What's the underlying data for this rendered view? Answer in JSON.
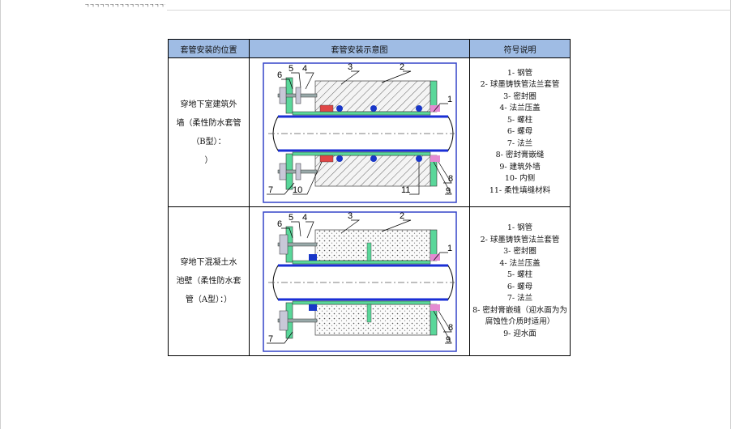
{
  "header": {
    "garbled_text": "ㄱㄱㄱㄱㄱㄱㄱㄱㄱㄱㄱㄱㄱㄱㄱㄱㄱ"
  },
  "table": {
    "columns": [
      "套管安装的位置",
      "套管安装示意图",
      "符号说明"
    ],
    "rows": [
      {
        "position_lines": [
          "穿地下室建筑外",
          "墙（柔性防水套管",
          "（B型）：",
          "）"
        ],
        "callouts": [
          "1",
          "2",
          "3",
          "4",
          "5",
          "6",
          "7",
          "8",
          "9",
          "10",
          "11"
        ],
        "legend": [
          "1- 钢管",
          "2- 球墨铸铁管法兰套管",
          "3- 密封圈",
          "4- 法兰压盖",
          "5- 螺柱",
          "6- 螺母",
          "7- 法兰",
          "8- 密封膏嵌缝",
          "9- 建筑外墙",
          "10- 内侧",
          "11- 柔性填缝材料"
        ]
      },
      {
        "position_lines": [
          "穿地下混凝土水",
          "池壁（柔性防水套",
          "管（A型）：）"
        ],
        "callouts": [
          "1",
          "2",
          "3",
          "4",
          "5",
          "6",
          "7",
          "8",
          "9"
        ],
        "legend": [
          "1- 钢管",
          "2- 球墨铸铁管法兰套管",
          "3- 密封圈",
          "4- 法兰压盖",
          "5- 螺柱",
          "6- 螺母",
          "7- 法兰",
          "8- 密封膏嵌缝（迎水面为为腐蚀性介质时适用）",
          "9- 迎水面"
        ]
      }
    ]
  },
  "colors": {
    "header_bg": "#9fbce4",
    "pipe_blue": "#1a2fd6",
    "flange_green": "#5ad79a",
    "seal_red": "#e04747",
    "seal_blue": "#1836c8",
    "putty_magenta": "#e58ad2"
  }
}
